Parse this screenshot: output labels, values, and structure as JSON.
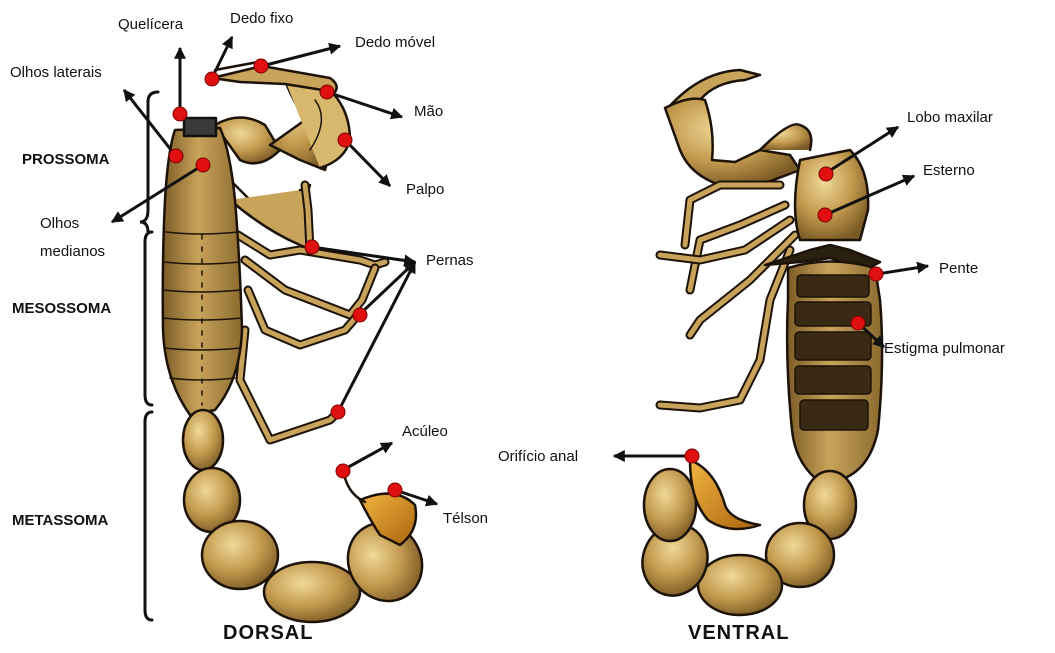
{
  "labels": {
    "quelicera": "Quelícera",
    "dedo_fixo": "Dedo fixo",
    "dedo_movel": "Dedo móvel",
    "olhos_laterais": "Olhos laterais",
    "mao": "Mão",
    "palpo": "Palpo",
    "olhos_medianos_1": "Olhos",
    "olhos_medianos_2": "medianos",
    "pernas": "Pernas",
    "aculeo": "Acúleo",
    "telson": "Télson",
    "lobo_maxilar": "Lobo maxilar",
    "esterno": "Esterno",
    "pente": "Pente",
    "estigma_pulmonar": "Estigma pulmonar",
    "orificio_anal": "Orifício anal"
  },
  "sections": {
    "prossoma": "PROSSOMA",
    "mesossoma": "MESOSSOMA",
    "metassoma": "METASSOMA"
  },
  "views": {
    "dorsal": "DORSAL",
    "ventral": "VENTRAL"
  },
  "colors": {
    "body": "#b8924a",
    "body_light": "#e2c47e",
    "body_dark": "#6e5120",
    "outline": "#1c1208",
    "marker": "#e01010",
    "arrow": "#111111",
    "telson": "#d8921c"
  }
}
